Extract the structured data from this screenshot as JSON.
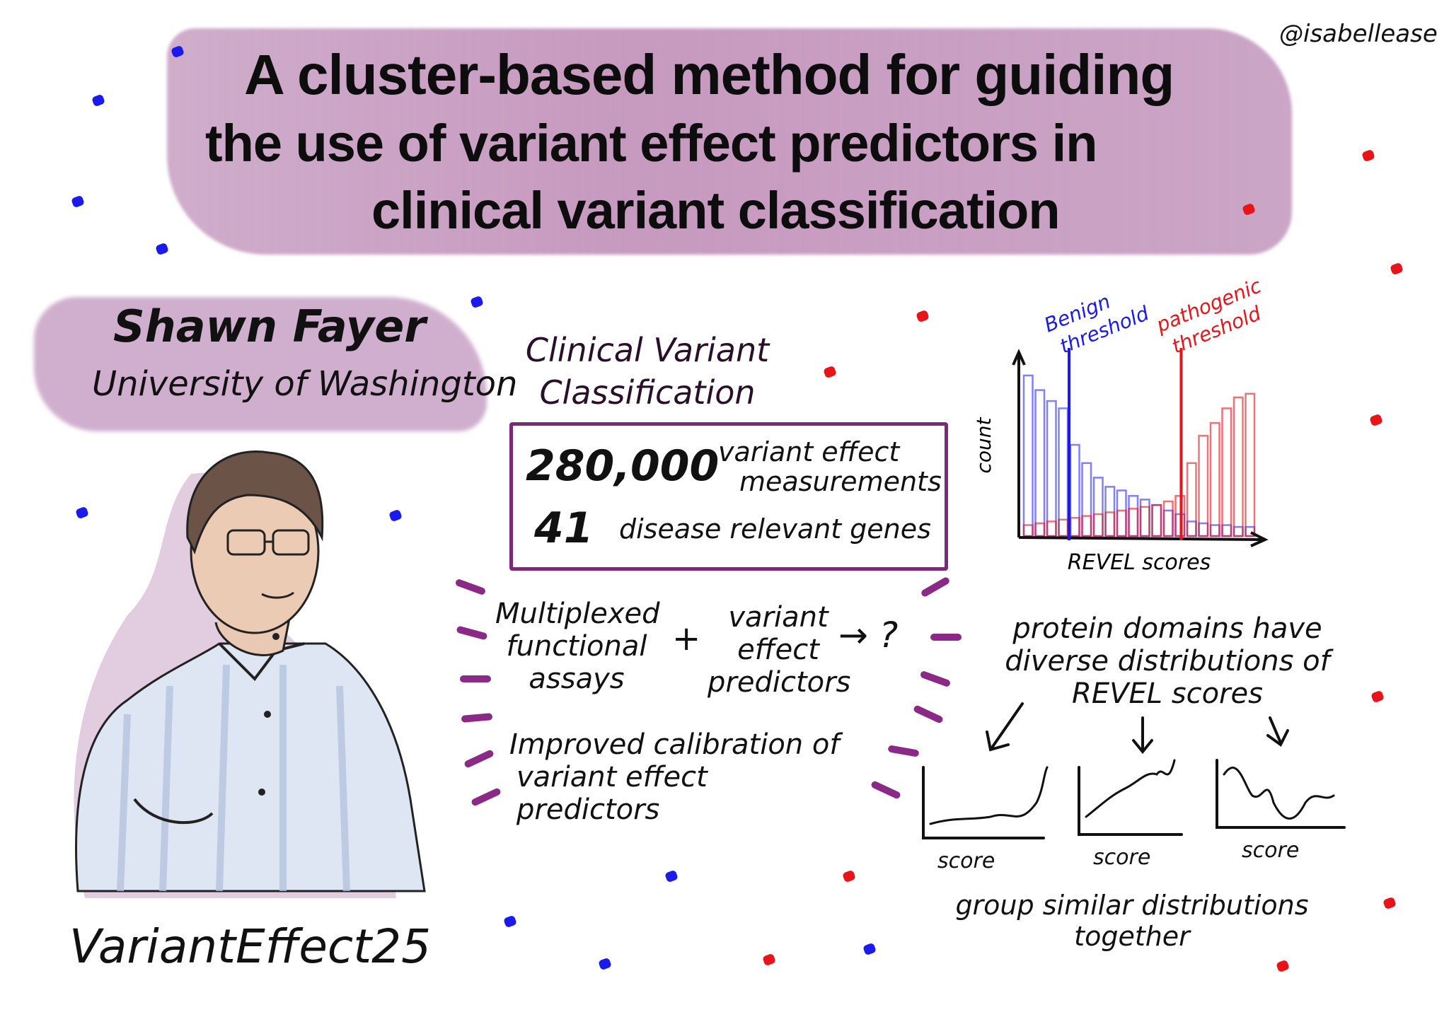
{
  "header": {
    "title_lines": [
      "A cluster-based method for guiding",
      "the use of variant effect predictors in",
      "clinical variant classification"
    ],
    "author_handle": "@isabellease"
  },
  "speaker": {
    "name": "Shawn Fayer",
    "affiliation": "University of Washington",
    "event": "VariantEffect25"
  },
  "clinical": {
    "heading_line1": "Clinical Variant",
    "heading_line2": "Classification",
    "stat1_value": "280,000",
    "stat1_label_line1": "variant effect",
    "stat1_label_line2": "measurements",
    "stat2_value": "41",
    "stat2_label": "disease relevant genes"
  },
  "flow": {
    "left_line1": "Multiplexed",
    "left_line2": "functional",
    "left_line3": "assays",
    "plus": "+",
    "right_line1": "variant",
    "right_line2": "effect",
    "right_line3": "predictors",
    "arrow_result": "→ ?",
    "outcome_line1": "Improved calibration of",
    "outcome_line2": "variant effect predictors"
  },
  "domains": {
    "line1": "protein domains have",
    "line2": "diverse distributions of",
    "line3": "REVEL scores",
    "mini_x_labels": [
      "score",
      "score",
      "score"
    ],
    "group_line1": "group similar distributions",
    "group_line2": "together"
  },
  "colors": {
    "purple": "#8b2a86",
    "benign": "#1a1aee",
    "pathogenic": "#e8141a"
  },
  "chart_data": {
    "type": "bar",
    "title": "",
    "xlabel": "REVEL scores",
    "ylabel": "count",
    "xlim": [
      0,
      1
    ],
    "ylim": [
      0,
      100
    ],
    "bins": [
      0.025,
      0.075,
      0.125,
      0.175,
      0.225,
      0.275,
      0.325,
      0.375,
      0.425,
      0.475,
      0.525,
      0.575,
      0.625,
      0.675,
      0.725,
      0.775,
      0.825,
      0.875,
      0.925,
      0.975
    ],
    "series": [
      {
        "name": "benign",
        "values": [
          88,
          80,
          74,
          70,
          50,
          40,
          32,
          27,
          25,
          22,
          20,
          17,
          14,
          12,
          8,
          7,
          6,
          6,
          5,
          5
        ]
      },
      {
        "name": "pathogenic",
        "values": [
          6,
          7,
          8,
          9,
          10,
          11,
          12,
          13,
          14,
          15,
          16,
          17,
          19,
          22,
          40,
          55,
          62,
          70,
          76,
          78
        ]
      }
    ],
    "thresholds": [
      {
        "label_line1": "Benign",
        "label_line2": "threshold",
        "x": 0.2,
        "color": "#1a1aee"
      },
      {
        "label_line1": "pathogenic",
        "label_line2": "threshold",
        "x": 0.68,
        "color": "#e8141a"
      }
    ],
    "grid": false
  }
}
